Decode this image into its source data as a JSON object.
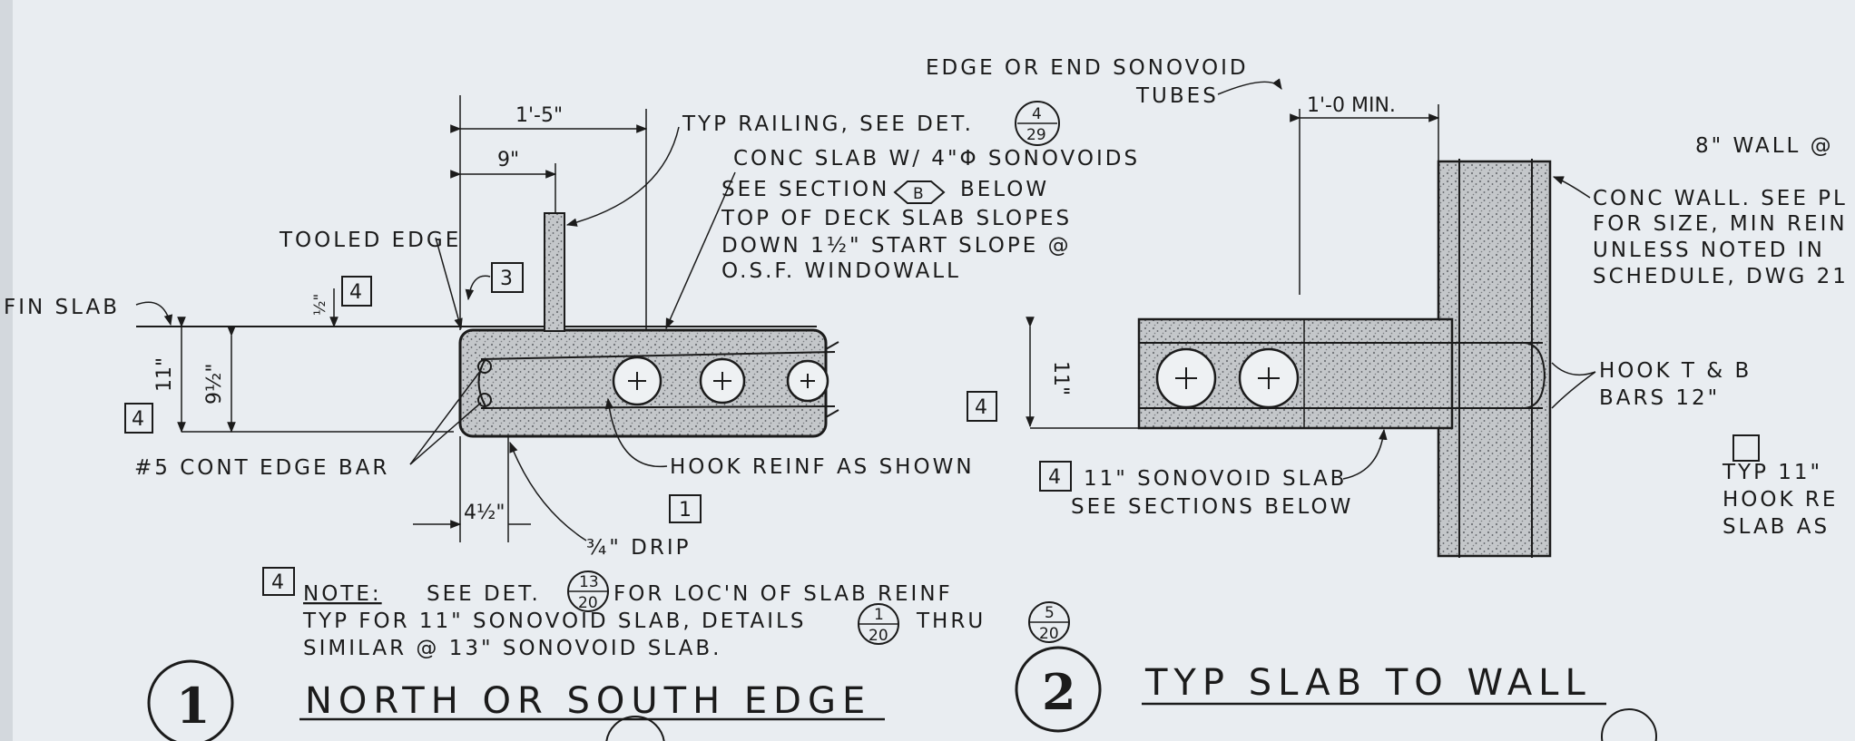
{
  "detail1": {
    "number": "1",
    "title": "NORTH OR SOUTH EDGE",
    "dim_overall": "1'-5\"",
    "dim_9": "9\"",
    "dim_half": "½\"",
    "dim_11": "11\"",
    "dim_9half": "9½\"",
    "dim_4half": "4½\"",
    "tag_3": "3",
    "tag_4a": "4",
    "tag_4b": "4",
    "tag_1": "1",
    "fin_slab": "FIN SLAB",
    "tooled_edge": "TOOLED EDGE",
    "typ_railing": "TYP RAILING, SEE DET.",
    "railing_top": "4",
    "railing_bottom": "29",
    "conc_slab_1": "CONC SLAB W/ 4\"Φ SONOVOIDS",
    "see_section": "SEE SECTION",
    "section_b": "B",
    "below": "BELOW",
    "deck_slope_1": "TOP OF DECK SLAB SLOPES",
    "deck_slope_2": "DOWN 1½\" START SLOPE @",
    "deck_slope_3": "O.S.F. WINDOWALL",
    "edge_bar": "#5 CONT EDGE BAR",
    "hook_reinf": "HOOK REINF AS SHOWN",
    "drip": "¾\" DRIP"
  },
  "detail2": {
    "number": "2",
    "title": "TYP SLAB TO WALL",
    "edge_tubes_1": "EDGE OR END SONOVOID",
    "edge_tubes_2": "TUBES",
    "min": "1'-0 MIN.",
    "wall_top": "8\" WALL @",
    "conc_wall_1": "CONC WALL. SEE PL",
    "conc_wall_2": "FOR SIZE, MIN REIN",
    "conc_wall_3": "UNLESS NOTED IN",
    "conc_wall_4": "SCHEDULE, DWG 21",
    "hook_1": "HOOK T & B",
    "hook_2": "BARS 12\"",
    "tag_4": "4",
    "tag_4c": "4",
    "sonovoid_1": "11\" SONOVOID SLAB",
    "sonovoid_2": "SEE SECTIONS BELOW",
    "dim_11": "11\"",
    "typ_1": "TYP 11\"",
    "typ_2": "HOOK RE",
    "typ_3": "SLAB AS"
  },
  "note": {
    "tag": "4",
    "line1a": "NOTE:",
    "line1b": "SEE DET.",
    "det_top": "13",
    "det_bottom": "20",
    "line1c": "FOR LOC'N OF SLAB REINF",
    "line2a": "TYP FOR 11\" SONOVOID SLAB, DETAILS",
    "d1_top": "1",
    "d1_bottom": "20",
    "thru": "THRU",
    "d2_top": "5",
    "d2_bottom": "20",
    "line3": "SIMILAR @ 13\" SONOVOID SLAB."
  },
  "colors": {
    "ink": "#1b1b1b",
    "paper": "#e9edf1",
    "concrete": "#b9bcbf"
  }
}
